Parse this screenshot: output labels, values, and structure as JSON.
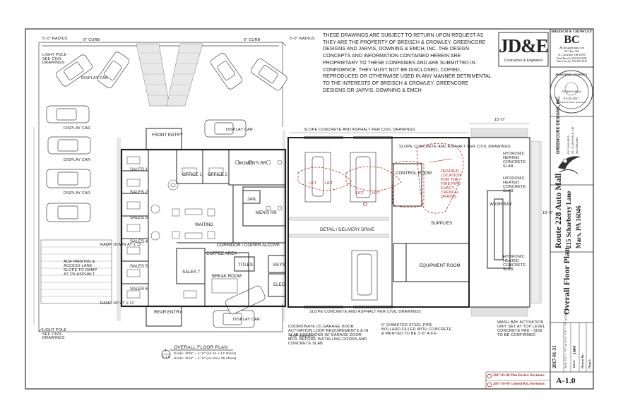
{
  "notice": "THESE DRAWINGS ARE SUBJECT TO RETURN UPON REQUEST AS THEY ARE THE PROPERTY OF BREISCH & CROWLEY, GREENCORE DESIGNS AND JARVIS, DOWNING & EMCH, INC. THE DESIGN CONCEPTS AND INFORMATION CONTAINED HEREIN ARE PROPRIETARY TO THESE COMPANIES AND ARE SUBMITTED IN CONFIDENCE. THEY MUST NOT BE DISCLOSED, COPIED, REPRODUCED OR OTHERWISE USED IN ANY MANNER DETRIMENTAL TO THE INTERESTS OF BREISCH & CROWLEY, GREENCORE DESIGNS OR JARVIS, DOWNING & EMCH",
  "logo_jde": {
    "mark": "JD&E",
    "sub": "Contractors & Engineers"
  },
  "logo_bc": {
    "header": "BREISCH & CROWLEY",
    "mark": "BC",
    "web": "BCdesignbuild.com",
    "lines": [
      "P.O. Box 361",
      "St. Clairsville, OH 43950",
      "Brad Breisch 304-639-8482",
      "Dan Crowley 740-296-2242"
    ]
  },
  "seal": {
    "ring": "REGISTERED ARCHITECT",
    "sub": "PENNSYLVANIA",
    "date": "01-31-2017",
    "exp": "EXPIRATION DATE: 06-30-2017"
  },
  "greencore": {
    "name": "GREENCORE DESIGNS, INC.",
    "lines": [
      "P.O. BOX 8315",
      "ST. CLAIRSVILLE, OH",
      "304-639-8482"
    ]
  },
  "project": {
    "name": "Route 228 Auto Mall",
    "address": "215 Scharberry Lane",
    "city": "Mars, PA 16046"
  },
  "sheet_title": "Overall Floor Plan",
  "info": {
    "date": "2017-01-31",
    "scale": "Scale: 3/32\" = 1'-0\" on 11x17; 3/16\" = 1'-0\" on 24x36",
    "job_label": "Job #:",
    "job_no": "1604",
    "drawn_label": "Drawn By:",
    "drawn": "",
    "dwg_label": "Dwg #:"
  },
  "revisions": [
    "2017-03-09 Plan Review Revisions",
    "2017-10-09 Control Rm. Revisions"
  ],
  "sheet_no": "A-1.0",
  "title_block_callout": {
    "num": "1",
    "ref": "A-1.0",
    "title": "OVERALL FLOOR PLAN",
    "scale1": "Scale: 3/32\" = 1'-0\" (on 11 x 17 sheet)",
    "scale2": "Scale: 3/16\" = 1'-0\" (on 24 x 36 sheet)"
  },
  "rooms": {
    "front_entry": "FRONT ENTRY",
    "rear_entry": "REAR ENTRY",
    "sales1": "SALES 1",
    "sales2": "SALES 2",
    "sales3": "SALES 3",
    "sales4": "SALES 4",
    "sales5": "SALES 5",
    "sales6": "SALES 6",
    "sales7": "SALES 7",
    "office1": "OFFICE 1",
    "office2": "OFFICE 2",
    "womens": "WOMEN'S RR",
    "mens": "MEN'S RR",
    "jan": "JAN.",
    "waiting": "WAITING",
    "corridor": "CORRIDOR / COPIER ALCOVE",
    "coffee": "COFFEE AREA",
    "titles": "TITLES",
    "keys": "KEYS",
    "break": "BREAK ROOM",
    "elec": "ELEC.",
    "detail": "DETAIL / DELIVERY DRIVE",
    "control": "CONTROL ROOM",
    "supplies": "SUPPLIES",
    "equipment": "EQUIPMENT ROOM",
    "washbay": "WASH BAY",
    "lift1": "LIFT",
    "lift2": "LIFT",
    "lift3": "LIFT",
    "lift4": "LIFT"
  },
  "notes": {
    "radius_tl": "5'-0\" RADIUS",
    "radius_tr": "5'-0\" RADIUS",
    "radius_br": "5'-0\" RADIUS",
    "curb_top": "6\" CURB",
    "curb_top2": "6\" CURB",
    "light_pole_top": "LIGHT POLE - SEE CIVIL DRAWINGS",
    "light_pole_bot": "LIGHT POLE - SEE CIVIL DRAWINGS",
    "display_car": "DISPLAY CAR",
    "ramp_down": "RAMP DOWN AT 1:12",
    "ramp_up": "RAMP UP AT 1:12",
    "ada": "ADA PARKING & ACCESS LANE - SLOPE TO RAMP AT 2% ASPHALT",
    "slope_concrete": "SLOPE CONCRETE AND ASPHALT PER CIVIL DRAWINGS",
    "coordinate": "COORDINATE (2) GARAGE DOOR ACTIVATION LOOP REQUIREMENTS & IN SLAB LOCATIONS W/ GARAGE DOOR MFR. BEFORE INSTALLING DOORS AND CONCRETE SLAB",
    "bollard": "6\" DIAMETER STEEL PIPE BOLLARD FILLED WITH CONCRETE & PAINTED TO BE 3'-6\" A.F.F.",
    "hydronic": "HYDRONIC HEATED CONCRETE SLAB",
    "washbay_note": "WASH BAY ACTIVATION UNIT SET AT TOP LEVEL CONCRETE PAD - SIZE TO BE CONFIRMED",
    "desired": "DESIRED LOCATION FOR THE FIRE PIPE EVACT. TRENCH DRAINS",
    "dim_top": "15'-0\"",
    "dim_right": "19'-0\""
  }
}
